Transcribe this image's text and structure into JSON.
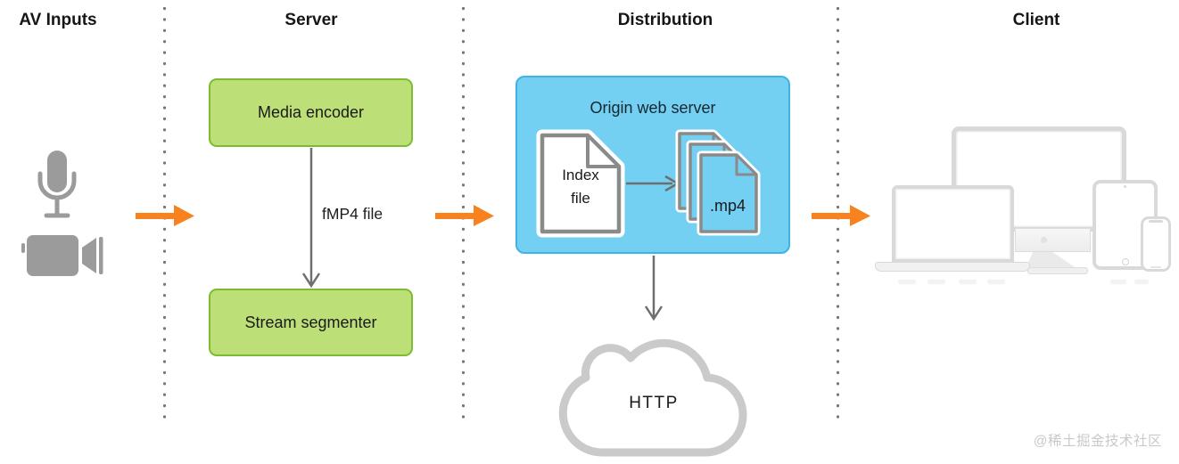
{
  "headers": {
    "av_inputs": "AV Inputs",
    "server": "Server",
    "distribution": "Distribution",
    "client": "Client"
  },
  "av_inputs": {
    "icons": [
      "microphone-icon",
      "video-camera-icon"
    ]
  },
  "server": {
    "media_encoder_label": "Media encoder",
    "flow_label": "fMP4 file",
    "stream_segmenter_label": "Stream segmenter"
  },
  "distribution": {
    "origin_server_label": "Origin web server",
    "index_file_label": "Index file",
    "mp4_label": ".mp4",
    "http_label": "HTTP",
    "icons": [
      "document-icon",
      "document-stack-icon",
      "cloud-icon"
    ]
  },
  "client": {
    "icons": [
      "tv-icon",
      "laptop-icon",
      "imac-icon",
      "tablet-icon",
      "phone-icon"
    ]
  },
  "flow": {
    "arrow_icons": [
      "flow-arrow-av-to-server",
      "flow-arrow-server-to-distribution",
      "flow-arrow-distribution-to-client"
    ]
  },
  "colors": {
    "green_fill": "#BDDF77",
    "green_border": "#7CBC33",
    "blue_fill": "#74D0F3",
    "blue_border": "#3FB3E3",
    "orange": "#F7821F",
    "icon_gray": "#9B9B9B",
    "line_gray": "#6E6E6E",
    "cloud_gray": "#CACACA",
    "device_gray": "#D9D9D9"
  },
  "watermark": {
    "text": "@稀土掘金技术社区"
  }
}
